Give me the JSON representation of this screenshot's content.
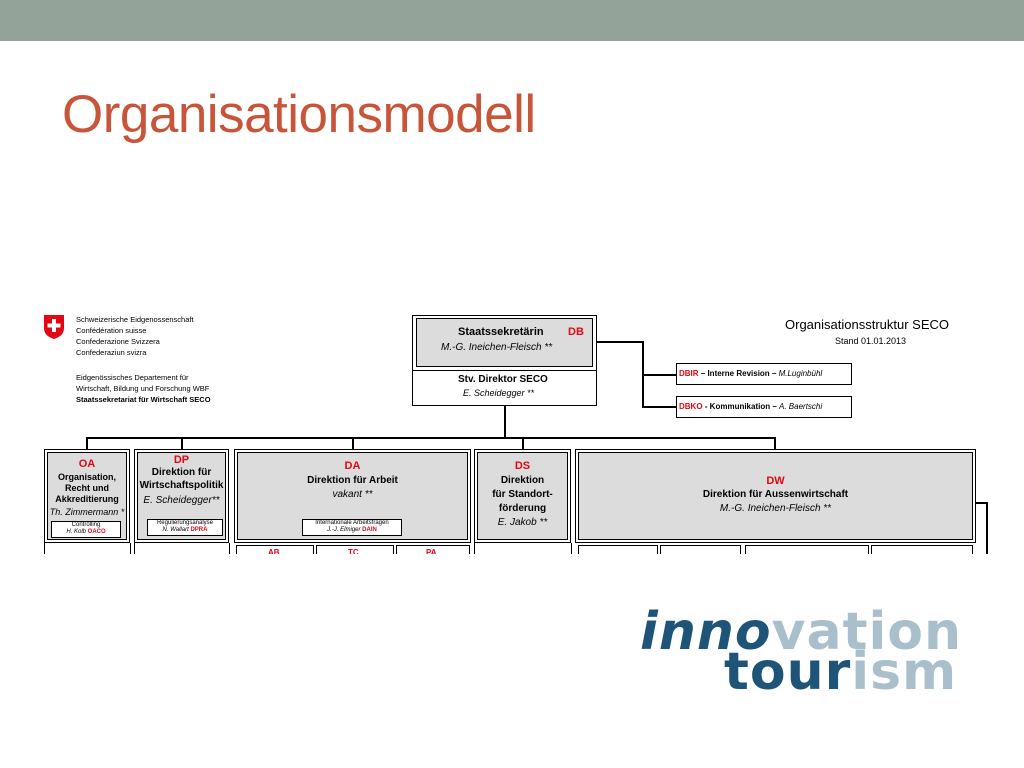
{
  "slide": {
    "title": "Organisationsmodell"
  },
  "header": {
    "conf": [
      "Schweizerische Eidgenossenschaft",
      "Confédération suisse",
      "Confederazione Svizzera",
      "Confederaziun svizra"
    ],
    "dept": [
      "Eidgenössisches Departement für",
      "Wirtschaft, Bildung und Forschung WBF"
    ],
    "dept_bold": "Staatssekretariat für Wirtschaft SECO",
    "org_title": "Organisationsstruktur SECO",
    "org_date": "Stand 01.01.2013"
  },
  "top": {
    "title": "Staatssekretärin",
    "code": "DB",
    "person": "M.-G. Ineichen-Fleisch **",
    "deputy_title": "Stv. Direktor SECO",
    "deputy_person": "E. Scheidegger **"
  },
  "staff": [
    {
      "code": "DBIR",
      "label": " – Interne Revision – ",
      "person": "M.Luginbühl"
    },
    {
      "code": "DBKO",
      "label": " - Kommunikation – ",
      "person": "A. Baertschi"
    }
  ],
  "units": {
    "oa": {
      "code": "OA",
      "name": [
        "Organisation,",
        "Recht und",
        "Akkreditierung"
      ],
      "person": "Th. Zimmermann *",
      "sub_name": "Controlling",
      "sub_person": "H. Kolb",
      "sub_code": "OACO"
    },
    "dp": {
      "code": "DP",
      "name": [
        "Direktion für",
        "Wirtschaftspolitik"
      ],
      "person": "E. Scheidegger**",
      "sub_name": "Regulierungsanalyse",
      "sub_person": "N. Wallart",
      "sub_code": "DPRA"
    },
    "da": {
      "code": "DA",
      "name": [
        "Direktion für Arbeit"
      ],
      "person": "vakant **",
      "sub_name": "Internationale Arbeitsfragen",
      "sub_person": "J.-J. Elmiger",
      "sub_code": "DAIN"
    },
    "ds": {
      "code": "DS",
      "name": [
        "Direktion",
        "für Standort-",
        "förderung"
      ],
      "person": "E. Jakob **"
    },
    "dw": {
      "code": "DW",
      "name": [
        "Direktion für Aussenwirtschaft"
      ],
      "person": "M.-G. Ineichen-Fleisch **"
    }
  },
  "partial_codes": [
    "AB",
    "TC",
    "PA"
  ],
  "logo": {
    "line1_dark": "inno",
    "line1_light": "vation",
    "line2_dark": "tour",
    "line2_light": "ism"
  }
}
